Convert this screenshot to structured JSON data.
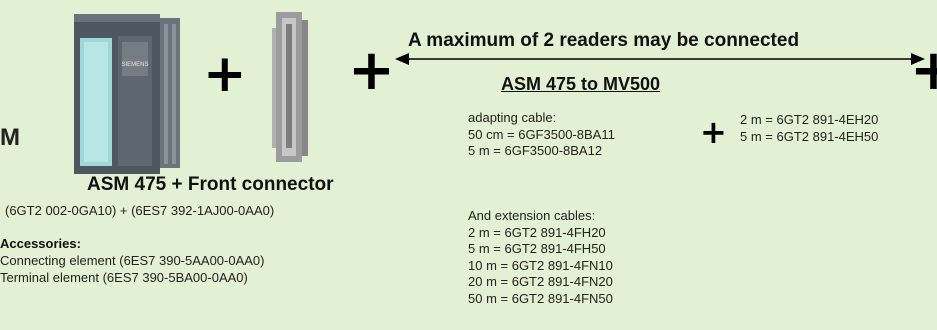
{
  "diagram": {
    "left_letter": "M",
    "header": "A maximum of 2 readers may be connected",
    "subheader": "ASM 475 to MV500",
    "module": {
      "title": "ASM 475 + Front connector",
      "order_numbers": "(6GT2 002-0GA10) + (6ES7 392-1AJ00-0AA0)",
      "device_label": "SIEMENS"
    },
    "accessories": {
      "heading": "Accessories:",
      "lines": [
        "Connecting element (6ES7 390-5AA00-0AA0)",
        "Terminal element (6ES7 390-5BA00-0AA0)"
      ]
    },
    "adapting_cable": {
      "heading": "adapting cable:",
      "lines": [
        "50 cm = 6GF3500-8BA11",
        "5 m = 6GF3500-8BA12"
      ]
    },
    "extension_cables": {
      "heading": "And extension cables:",
      "lines": [
        "2 m = 6GT2 891-4FH20",
        "5 m = 6GT2 891-4FH50",
        "10 m = 6GT2 891-4FN10",
        "20 m = 6GT2 891-4FN20",
        "50 m = 6GT2 891-4FN50"
      ]
    },
    "reader_cables": {
      "lines": [
        "2 m = 6GT2 891-4EH20",
        "5 m = 6GT2 891-4EH50"
      ]
    },
    "plus_symbol": "+",
    "colors": {
      "background": "#e2f0d4",
      "module_body": "#57606a",
      "module_face": "#9ed8d8",
      "connector": "#a7a7a7"
    }
  }
}
